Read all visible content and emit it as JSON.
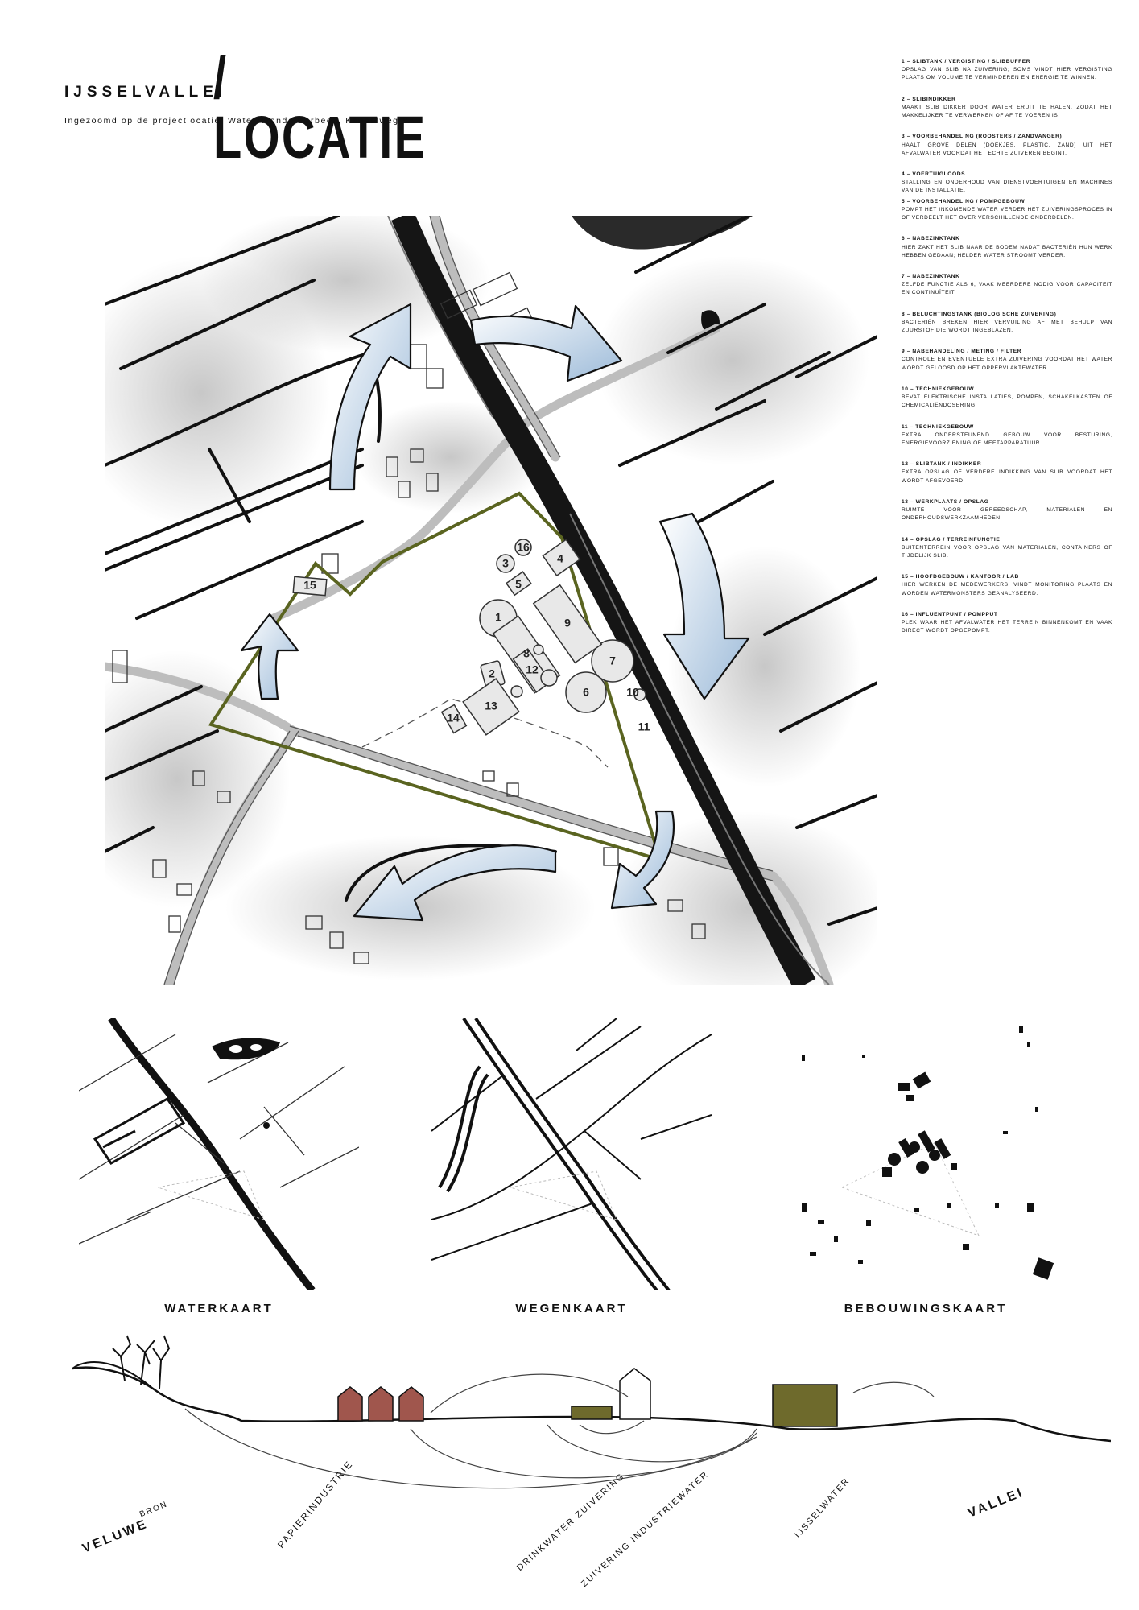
{
  "header": {
    "kicker": "IJSSELVALLEI",
    "title": "/ LOCATIE",
    "subtitle": "Ingezoomd op de projectlocatie. Waterrotonde Eerbeek. Kanaalweg 8A"
  },
  "legend": [
    {
      "title": "1 – SLIBTANK / VERGISTING / SLIBBUFFER",
      "desc": "OPSLAG VAN SLIB NA ZUIVERING; SOMS VINDT HIER VERGISTING PLAATS OM VOLUME TE VERMINDEREN EN ENERGIE TE WINNEN."
    },
    {
      "title": "2 – SLIBINDIKKER",
      "desc": "MAAKT SLIB DIKKER DOOR WATER ERUIT TE HALEN, ZODAT HET MAKKELIJKER TE VERWERKEN OF AF TE VOEREN IS."
    },
    {
      "title": "3 – VOORBEHANDELING (ROOSTERS / ZANDVANGER)",
      "desc": "HAALT GROVE DELEN (DOEKJES, PLASTIC, ZAND) UIT HET AFVALWATER VOORDAT HET ECHTE ZUIVEREN BEGINT."
    },
    {
      "title": "4 – VOERTUIGLOODS",
      "desc": "STALLING EN ONDERHOUD VAN DIENSTVOERTUIGEN EN MACHINES VAN DE INSTALLATIE."
    },
    {
      "title": "5 – VOORBEHANDELING / POMPGEBOUW",
      "desc": "POMPT HET INKOMENDE WATER VERDER HET ZUIVERINGSPROCES IN OF VERDEELT HET OVER VERSCHILLENDE ONDERDELEN."
    },
    {
      "title": "6 – NABEZINKTANK",
      "desc": "HIER ZAKT HET SLIB NAAR DE BODEM NADAT BACTERIËN HUN WERK HEBBEN GEDAAN; HELDER WATER STROOMT VERDER."
    },
    {
      "title": "7 – NABEZINKTANK",
      "desc": "ZELFDE FUNCTIE ALS 6, VAAK MEERDERE NODIG VOOR CAPACITEIT EN CONTINUÏTEIT"
    },
    {
      "title": "8 – BELUCHTINGSTANK (BIOLOGISCHE ZUIVERING)",
      "desc": "BACTERIËN BREKEN HIER VERVUILING AF MET BEHULP VAN ZUURSTOF DIE WORDT INGEBLAZEN."
    },
    {
      "title": "9 – NABEHANDELING / METING / FILTER",
      "desc": "CONTROLE EN EVENTUELE EXTRA ZUIVERING VOORDAT HET WATER WORDT GELOOSD OP HET OPPERVLAKTEWATER."
    },
    {
      "title": "10 – TECHNIEKGEBOUW",
      "desc": "BEVAT ELEKTRISCHE INSTALLATIES, POMPEN, SCHAKELKASTEN OF CHEMICALIËNDOSERING."
    },
    {
      "title": "11 – TECHNIEKGEBOUW",
      "desc": "EXTRA ONDERSTEUNEND GEBOUW VOOR BESTURING, ENERGIEVOORZIENING OF MEETAPPARATUUR."
    },
    {
      "title": "12 – SLIBTANK / INDIKKER",
      "desc": "EXTRA OPSLAG OF VERDERE INDIKKING VAN SLIB VOORDAT HET WORDT AFGEVOERD."
    },
    {
      "title": "13 – WERKPLAATS / OPSLAG",
      "desc": "RUIMTE VOOR GEREEDSCHAP, MATERIALEN EN ONDERHOUDSWERKZAAMHEDEN."
    },
    {
      "title": "14 – OPSLAG / TERREINFUNCTIE",
      "desc": "BUITENTERREIN VOOR OPSLAG VAN MATERIALEN, CONTAINERS OF TIJDELIJK SLIB."
    },
    {
      "title": "15 – HOOFDGEBOUW / KANTOOR / LAB",
      "desc": "HIER WERKEN DE MEDEWERKERS, VINDT MONITORING PLAATS EN WORDEN WATERMONSTERS GEANALYSEERD."
    },
    {
      "title": "16 – INFLUENTPUNT / POMPPUT",
      "desc": "PLEK WAAR HET AFVALWATER HET TERREIN BINNENKOMT EN VAAK DIRECT WORDT OPGEPOMPT."
    }
  ],
  "map_numbers": [
    "1",
    "2",
    "3",
    "4",
    "5",
    "6",
    "7",
    "8",
    "9",
    "10",
    "11",
    "12",
    "13",
    "14",
    "15",
    "16"
  ],
  "minimaps": {
    "water": "WATERKAART",
    "roads": "WEGENKAART",
    "buildings": "BEBOUWINGSKAART"
  },
  "section": {
    "veluwe": "VELUWE",
    "bron": "BRON",
    "papier": "PAPIERINDUSTRIE",
    "drinkwater": "DRINKWATER ZUIVERING",
    "industrie": "ZUIVERING INDUSTRIEWATER",
    "ijsselwater": "IJSSELWATER",
    "vallei": "VALLEI"
  },
  "colors": {
    "site_outline": "#5a6420",
    "arrow_fill": "#a9c3df",
    "canal": "#151515",
    "factory": "#a0564d",
    "green_block": "#6e6a2c"
  }
}
